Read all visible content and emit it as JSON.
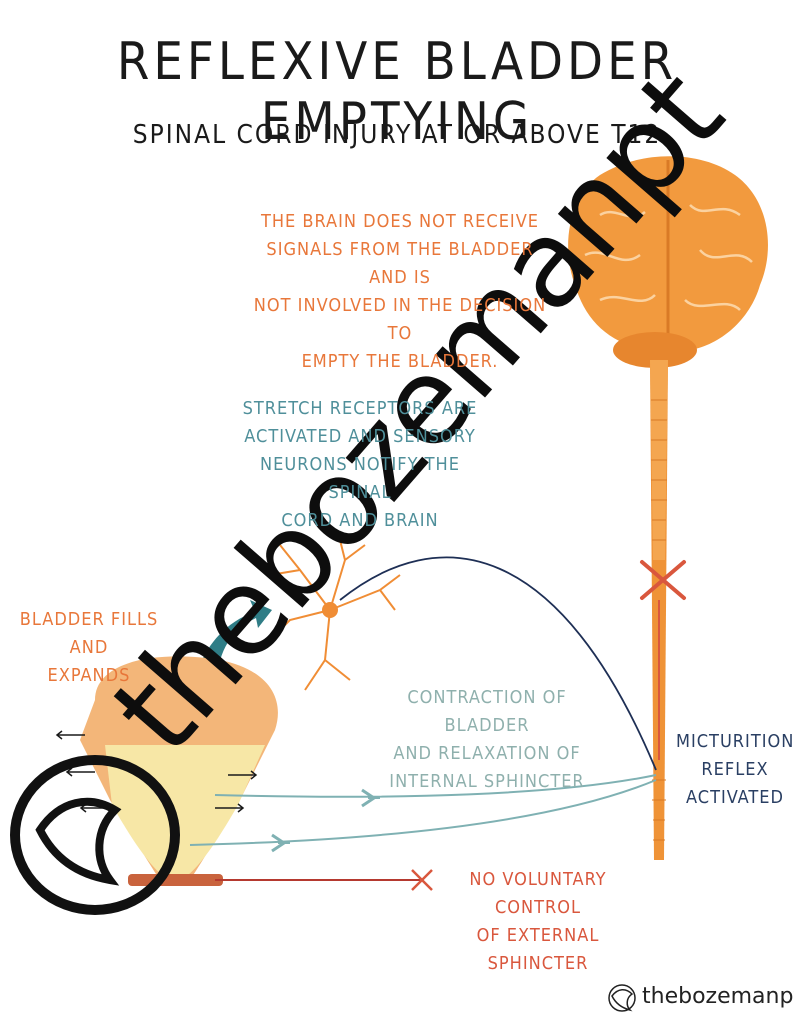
{
  "title": "REFLEXIVE BLADDER EMPTYING",
  "subtitle": "SPINAL CORD INJURY AT OR ABOVE T12",
  "labels": {
    "brain": [
      "THE BRAIN DOES NOT RECEIVE",
      "SIGNALS FROM THE BLADDER AND IS",
      "NOT INVOLVED IN THE DECISION TO",
      "EMPTY THE BLADDER."
    ],
    "stretch": [
      "STRETCH RECEPTORS ARE",
      "ACTIVATED AND SENSORY",
      "NEURONS NOTIFY THE SPINAL",
      "CORD AND BRAIN"
    ],
    "bladder_fills": [
      "BLADDER FILLS AND",
      "EXPANDS"
    ],
    "contraction": [
      "CONTRACTION OF BLADDER",
      "AND RELAXATION OF",
      "INTERNAL SPHINCTER"
    ],
    "micturition": [
      "MICTURITION",
      "REFLEX",
      "ACTIVATED"
    ],
    "no_voluntary": [
      "NO VOLUNTARY CONTROL",
      "OF EXTERNAL SPHINCTER"
    ]
  },
  "watermark": "thebozemanpt",
  "brand": "thebozemanpt",
  "colors": {
    "orange": "#e8773a",
    "brain_orange": "#f29a3e",
    "teal": "#4f8f9a",
    "sage": "#8fb0ad",
    "navy": "#2a3f63",
    "red": "#d9573d",
    "bladder_yellow": "#f7e7a6"
  }
}
